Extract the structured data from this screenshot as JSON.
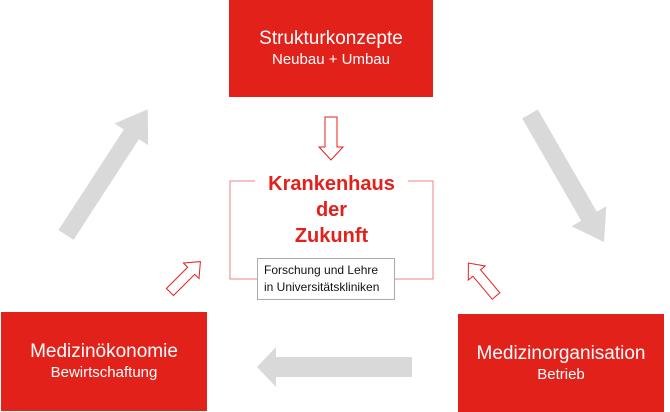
{
  "nodes": {
    "top": {
      "title": "Strukturkonzepte",
      "subtitle": "Neubau + Umbau"
    },
    "left": {
      "title": "Medizinökonomie",
      "subtitle": "Bewirtschaftung"
    },
    "right": {
      "title": "Medizinorganisation",
      "subtitle": "Betrieb"
    }
  },
  "center": {
    "line1": "Krankenhaus",
    "line2": "der",
    "line3": "Zukunft",
    "sub_line1": "Forschung und Lehre",
    "sub_line2": "in Universitätskliniken"
  },
  "colors": {
    "accent": "#e3211b",
    "arrow_gray": "#d9d9d9"
  }
}
